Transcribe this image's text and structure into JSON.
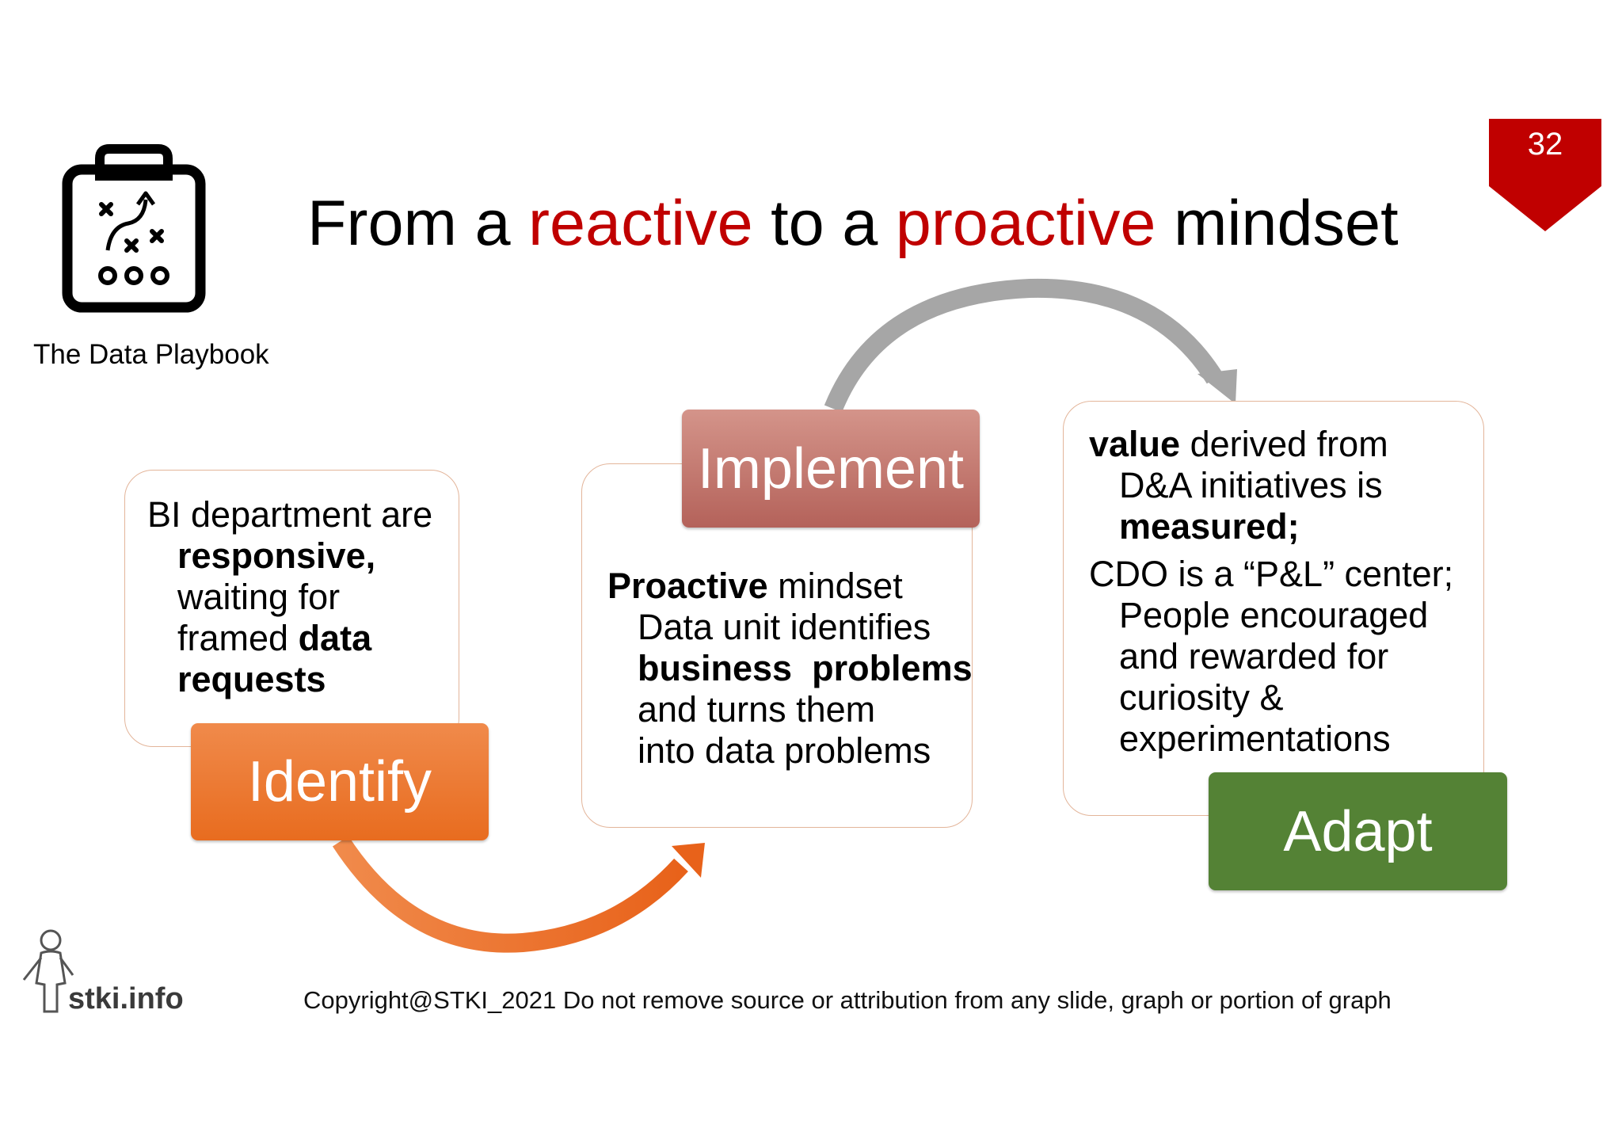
{
  "logo": {
    "caption": "The Data Playbook",
    "icon": "clipboard-playbook-icon"
  },
  "title": {
    "part1": "From a ",
    "accent1": "reactive",
    "part2": " to a ",
    "accent2": "proactive",
    "part3": " mindset"
  },
  "page_number": "32",
  "colors": {
    "accent_red": "#c00000",
    "identify": "#ed7d31",
    "implement": "#c0726a",
    "adapt": "#548235",
    "arrow_gray": "#a6a6a6"
  },
  "stages": {
    "identify": {
      "label": "Identify",
      "card": {
        "line1": "BI department are",
        "line2": "responsive,",
        "line3": "waiting for",
        "line4a": "framed ",
        "line4b": "data",
        "line5": "requests"
      }
    },
    "implement": {
      "label": "Implement",
      "card": {
        "line1a": "Proactive",
        "line1b": " mindset",
        "line2": "Data unit identifies",
        "line3": "business  problems",
        "line4": "and turns them",
        "line5": "into data problems"
      }
    },
    "adapt": {
      "label": "Adapt",
      "card": {
        "line1a": "value",
        "line1b": " derived from",
        "line2": "D&A initiatives is",
        "line3": "measured;",
        "line4": "CDO is a “P&L” center;",
        "line5": "People encouraged",
        "line6": "and rewarded for",
        "line7": "curiosity &",
        "line8": "experimentations"
      }
    }
  },
  "footer": {
    "brand": "stki.info",
    "copyright": "Copyright@STKI_2021 Do not remove source or attribution from any slide, graph or portion of graph"
  }
}
